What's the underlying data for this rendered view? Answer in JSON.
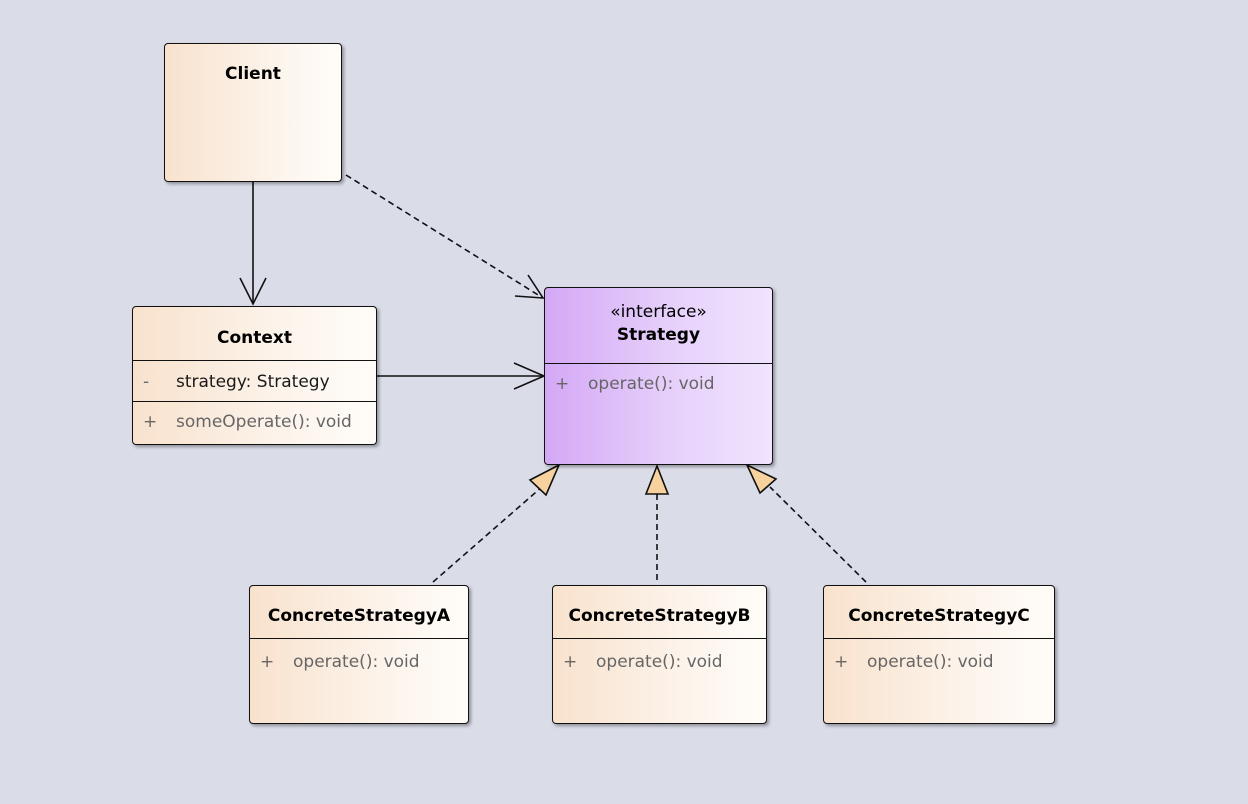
{
  "classes": {
    "client": {
      "name": "Client"
    },
    "context": {
      "name": "Context",
      "attribute": {
        "visibility": "-",
        "text": "strategy: Strategy"
      },
      "operation": {
        "visibility": "+",
        "text": "someOperate(): void"
      }
    },
    "strategy": {
      "stereotype": "«interface»",
      "name": "Strategy",
      "operation": {
        "visibility": "+",
        "text": "operate(): void"
      }
    },
    "concrete_a": {
      "name": "ConcreteStrategyA",
      "operation": {
        "visibility": "+",
        "text": "operate(): void"
      }
    },
    "concrete_b": {
      "name": "ConcreteStrategyB",
      "operation": {
        "visibility": "+",
        "text": "operate(): void"
      }
    },
    "concrete_c": {
      "name": "ConcreteStrategyC",
      "operation": {
        "visibility": "+",
        "text": "operate(): void"
      }
    }
  },
  "relations": [
    {
      "from": "Client",
      "to": "Context",
      "kind": "association"
    },
    {
      "from": "Client",
      "to": "Strategy",
      "kind": "dependency"
    },
    {
      "from": "Context",
      "to": "Strategy",
      "kind": "association"
    },
    {
      "from": "ConcreteStrategyA",
      "to": "Strategy",
      "kind": "realization"
    },
    {
      "from": "ConcreteStrategyB",
      "to": "Strategy",
      "kind": "realization"
    },
    {
      "from": "ConcreteStrategyC",
      "to": "Strategy",
      "kind": "realization"
    }
  ],
  "colors": {
    "background": "#dadce8",
    "class_fill": "#f8e2cd",
    "interface_fill": "#d4a8f5",
    "realization_arrow_fill": "#f7d29e",
    "line": "#111111"
  }
}
